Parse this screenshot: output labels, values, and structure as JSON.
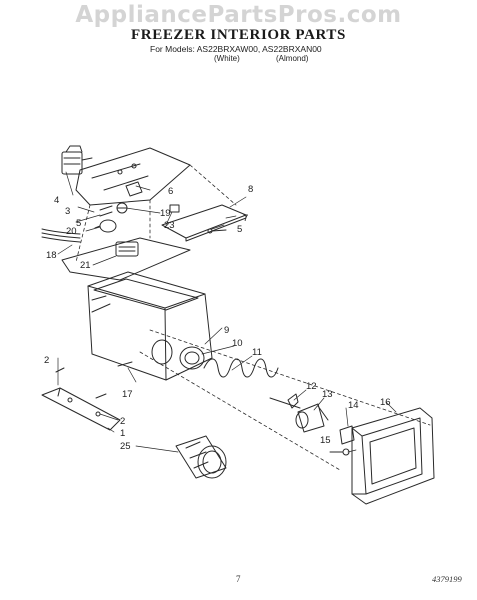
{
  "watermark": "AppliancePartsPros.com",
  "header": {
    "title": "FREEZER INTERIOR  PARTS",
    "models": "For Models: AS22BRXAW00, AS22BRXAN00",
    "white_label": "(White)",
    "almond_label": "(Almond)"
  },
  "callouts": {
    "c1": "1",
    "c2a": "2",
    "c2b": "2",
    "c3": "3",
    "c4": "4",
    "c5a": "5",
    "c5b": "5",
    "c6": "6",
    "c7": "7",
    "c8": "8",
    "c9": "9",
    "c10": "10",
    "c11": "11",
    "c12": "12",
    "c13": "13",
    "c14": "14",
    "c15": "15",
    "c16": "16",
    "c17": "17",
    "c18": "18",
    "c19": "19",
    "c20": "20",
    "c21": "21",
    "c23": "23",
    "c25": "25"
  },
  "footer": {
    "page_number": "7",
    "doc_code": "4379199"
  }
}
